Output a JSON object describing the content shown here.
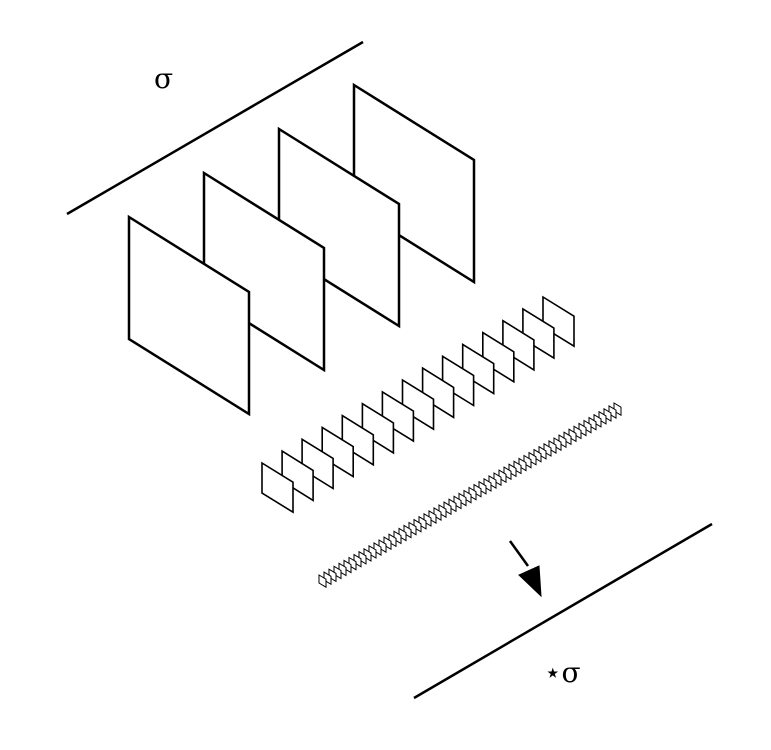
{
  "labels": {
    "top": "σ",
    "bottom": "⋆σ"
  },
  "layers": [
    {
      "name": "large-frames",
      "count": 4
    },
    {
      "name": "medium-frames",
      "count": 15
    },
    {
      "name": "small-frames",
      "count": 60
    }
  ],
  "arrow": {
    "direction": "down-right"
  },
  "colors": {
    "ink": "#000000",
    "background": "#ffffff"
  }
}
